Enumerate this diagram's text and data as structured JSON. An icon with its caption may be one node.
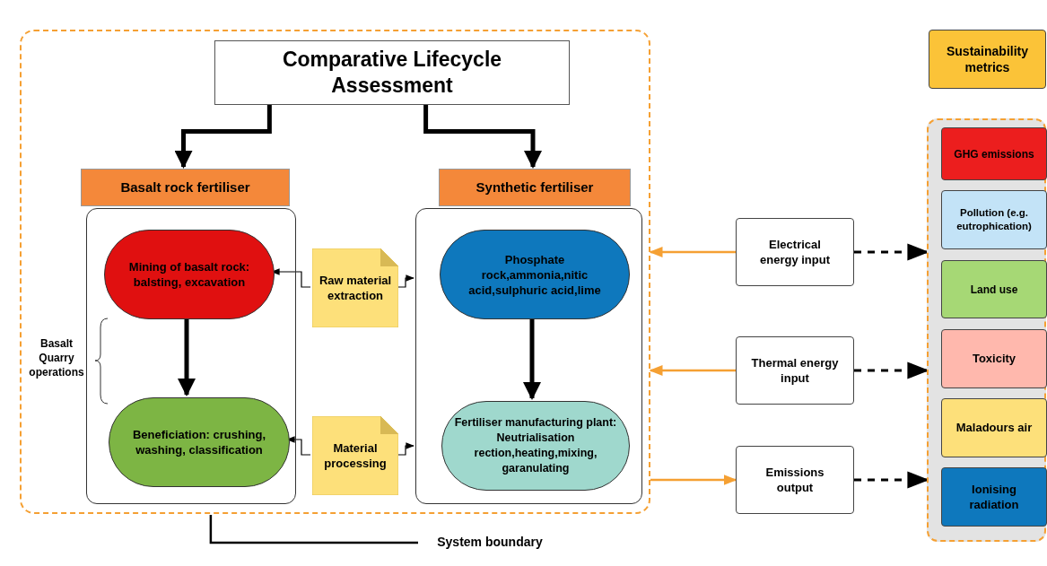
{
  "diagram": {
    "nodes": [
      {
        "text": [],
        "shape": "box"
      },
      {
        "text": [
          "Comparative Lifecycle Assessment"
        ],
        "in": 0
      },
      {
        "text": [
          "Basalt rock fertiliser"
        ],
        "in": 0
      },
      {
        "text": [],
        "shape": "box",
        "in": 0
      },
      {
        "text": [
          "Mining of basalt rock: balsting, excavation"
        ],
        "in": 3
      },
      {
        "text": [
          "Beneficiation: crushing, washing, classification"
        ],
        "in": 3
      },
      {
        "text": [
          "Raw material extraction"
        ],
        "in": 0
      },
      {
        "text": [
          "Material processing"
        ],
        "in": 0
      },
      {
        "text": [
          "Synthetic fertiliser"
        ],
        "in": 0
      },
      {
        "text": [],
        "shape": "box",
        "in": 0
      },
      {
        "text": [
          "Phosphate rock,ammonia,nitic acid,sulphuric acid,lime"
        ],
        "in": 9
      },
      {
        "text": [
          "Fertiliser manufacturing plant: Neutrialisation rection,heating,mixing, garanulating"
        ],
        "in": 9
      },
      {
        "text": [
          "Electrical energy input"
        ]
      },
      {
        "text": [
          "Thermal energy input"
        ]
      },
      {
        "text": [
          "Emissions output"
        ]
      },
      {
        "text": [
          "Sustainability metrics"
        ]
      },
      {
        "text": [],
        "shape": "box"
      },
      {
        "text": [
          "GHG emissions"
        ],
        "in": 16
      },
      {
        "text": [
          "Pollution (e.g. eutrophication)"
        ],
        "in": 16
      },
      {
        "text": [
          "Land use"
        ],
        "in": 16
      },
      {
        "text": [
          "Toxicity"
        ],
        "in": 16
      },
      {
        "text": [
          "Maladours air"
        ],
        "in": 16
      },
      {
        "text": [
          "Ionising radiation"
        ],
        "in": 16
      },
      {
        "text": [
          "System boundary"
        ]
      }
    ],
    "edges": [
      {
        "from": 1,
        "to": 2,
        "arrow": "to",
        "style": "thick"
      },
      {
        "from": 1,
        "to": 8,
        "arrow": "to",
        "style": "thick"
      },
      {
        "from": 4,
        "to": 5,
        "arrow": "to",
        "style": "thick"
      },
      {
        "from": 10,
        "to": 11,
        "arrow": "to",
        "style": "thick"
      },
      {
        "from": 6,
        "to": 4,
        "arrow": "to"
      },
      {
        "from": 6,
        "to": 9,
        "arrow": "to"
      },
      {
        "from": 7,
        "to": 5,
        "arrow": "to"
      },
      {
        "from": 7,
        "to": 9,
        "arrow": "to"
      },
      {
        "from": 12,
        "to": 0,
        "arrow": "to",
        "color": "#f5a033"
      },
      {
        "from": 13,
        "to": 0,
        "arrow": "to",
        "color": "#f5a033"
      },
      {
        "from": 0,
        "to": 14,
        "arrow": "to",
        "color": "#f5a033"
      },
      {
        "from": 12,
        "to": 16,
        "arrow": "to",
        "style": "dashed"
      },
      {
        "from": 13,
        "to": 16,
        "arrow": "to",
        "style": "dashed"
      },
      {
        "from": 14,
        "to": 16,
        "arrow": "to",
        "style": "dashed"
      },
      {
        "from": 23,
        "to": 0,
        "arrow": "none"
      }
    ],
    "labels": [
      "Basalt Quarry operations"
    ]
  }
}
